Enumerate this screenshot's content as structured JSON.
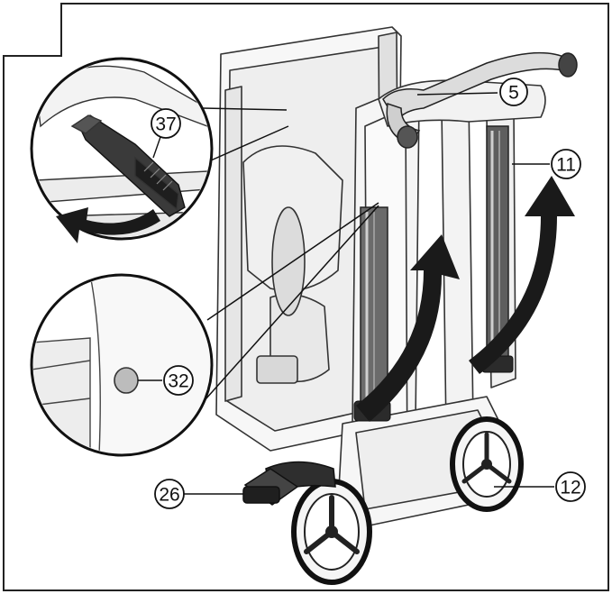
{
  "figure": {
    "frame_color": "#222222",
    "line_color": "#333333",
    "fill_light": "#f2f2f2",
    "fill_mid": "#c8c8c8",
    "arrow_color": "#1a1a1a",
    "callouts": [
      {
        "id": "5",
        "label": "5"
      },
      {
        "id": "11",
        "label": "11"
      },
      {
        "id": "37",
        "label": "37"
      },
      {
        "id": "32",
        "label": "32"
      },
      {
        "id": "26",
        "label": "26"
      },
      {
        "id": "12",
        "label": "12"
      }
    ]
  }
}
